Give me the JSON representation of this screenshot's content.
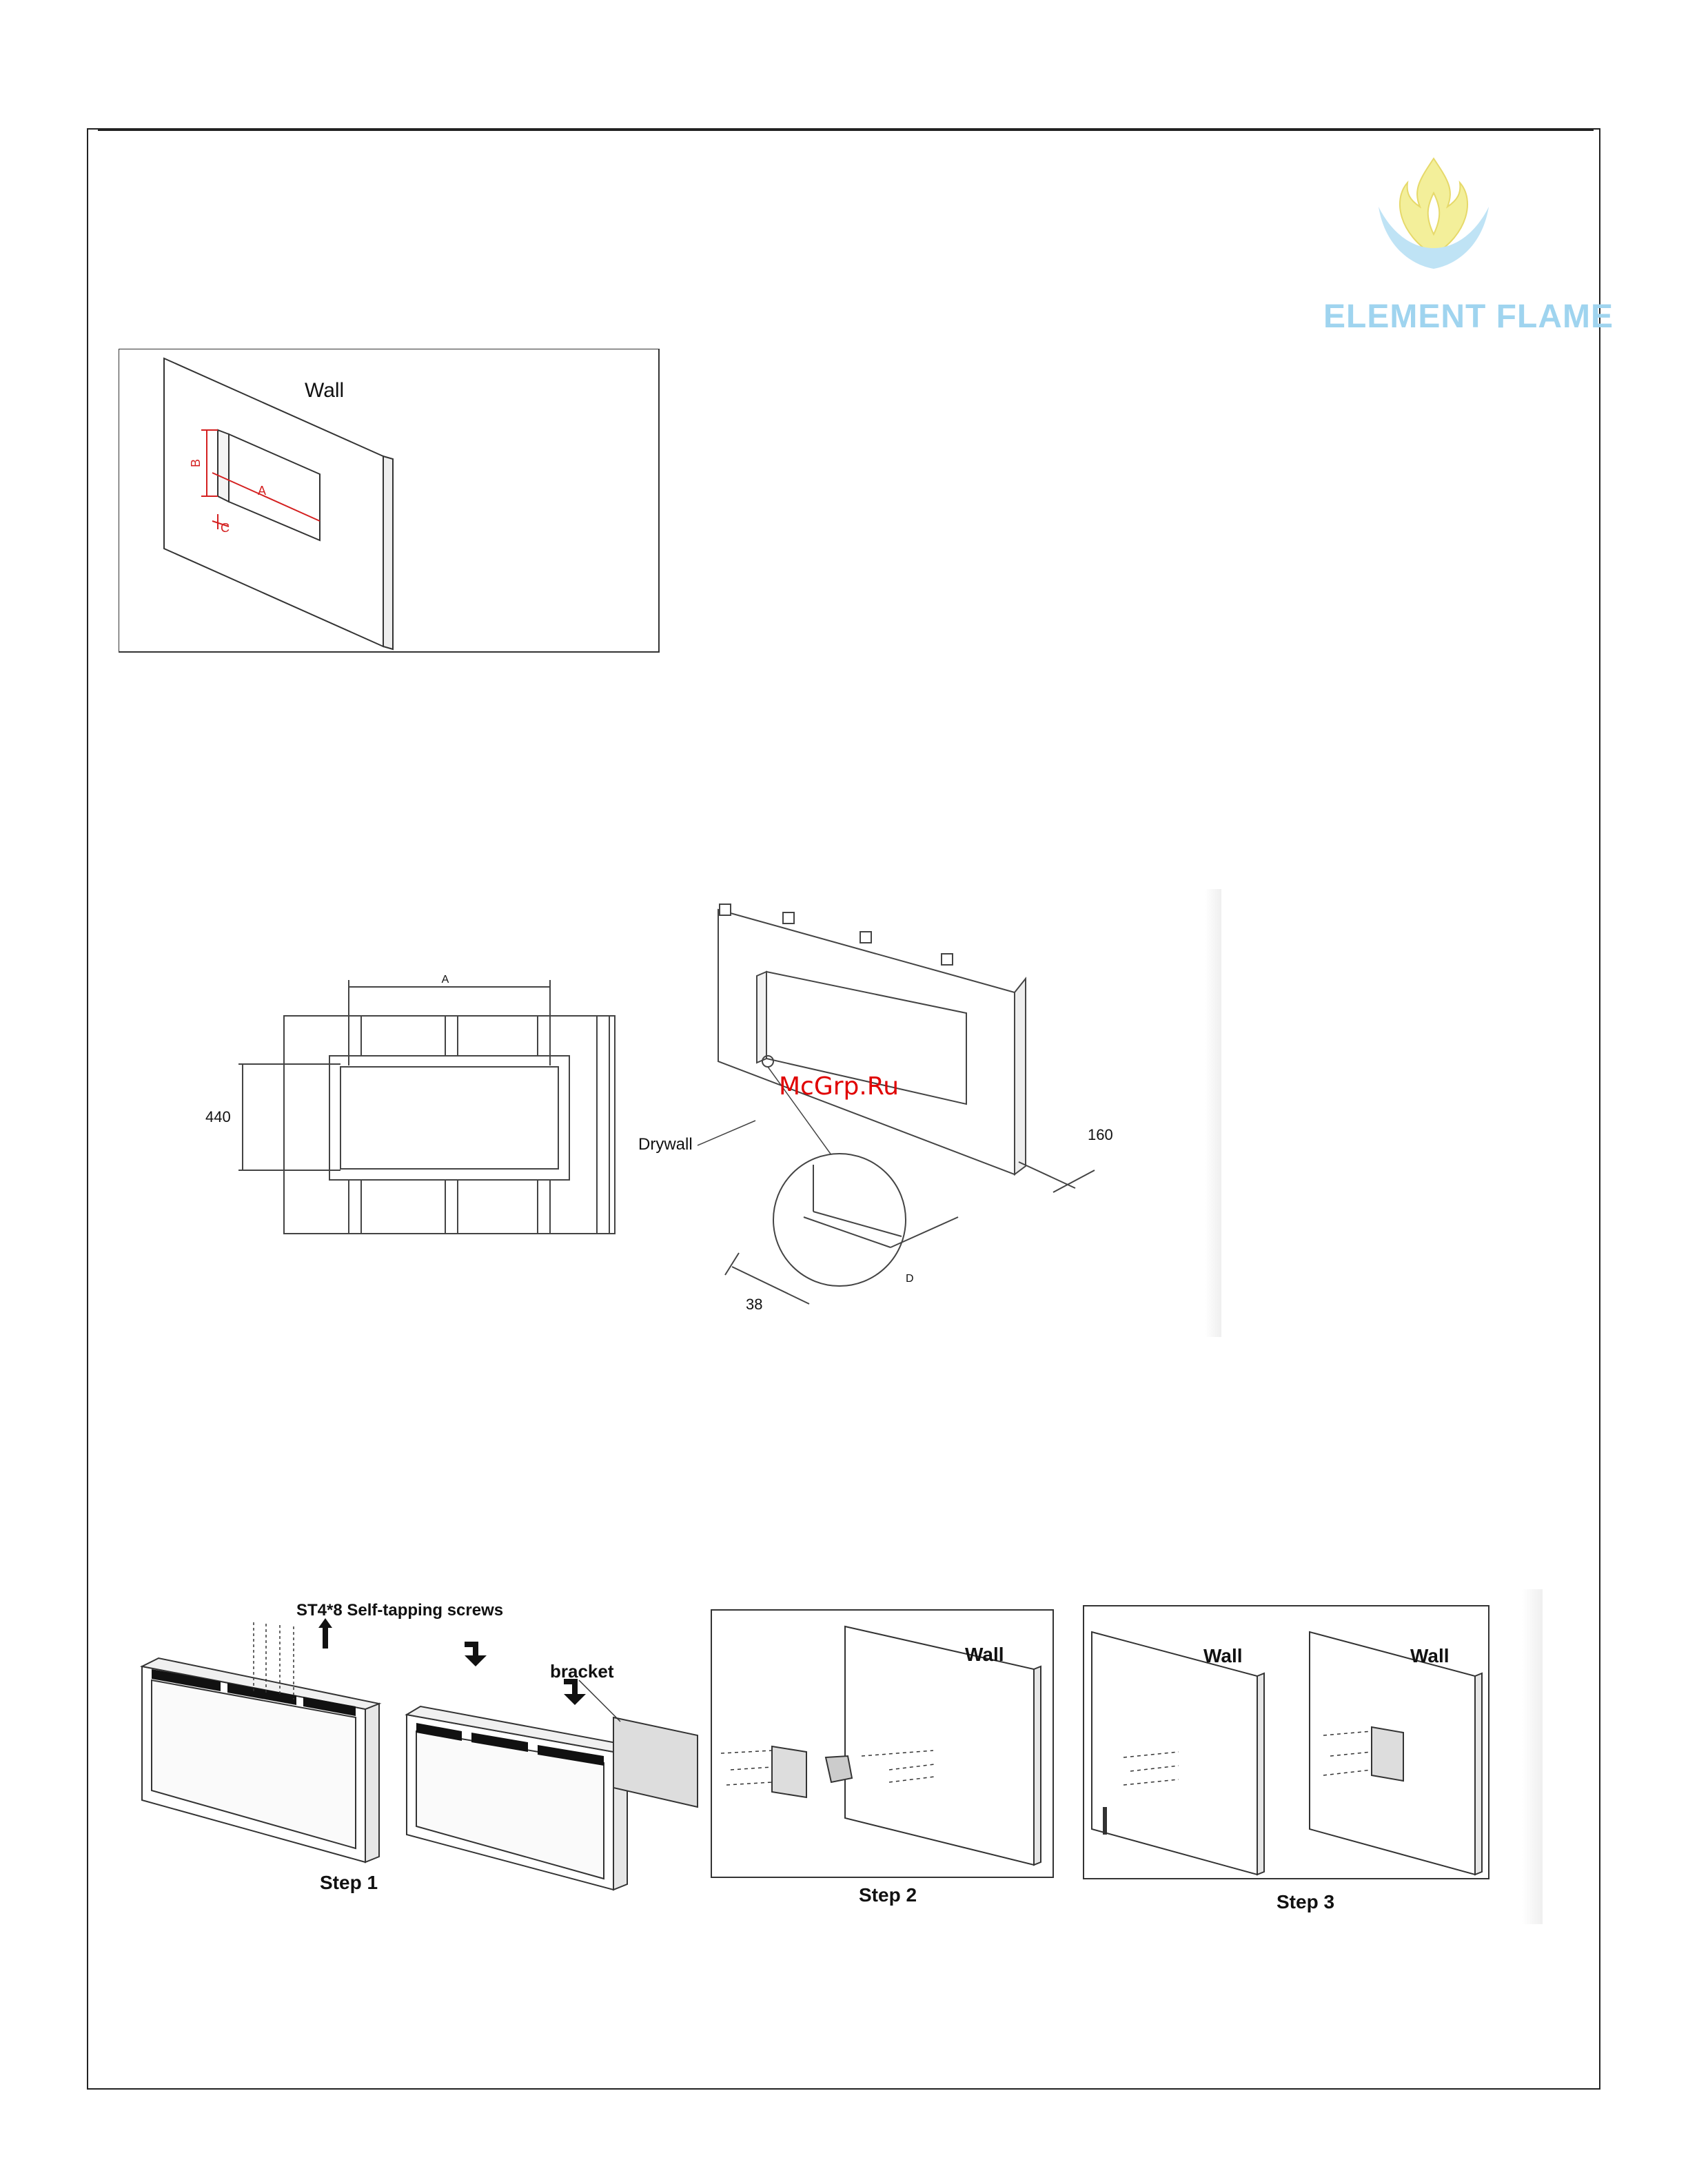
{
  "logo": {
    "name": "ELEMENT FLAME",
    "colors": {
      "flame_inner": "#f3ef9a",
      "flame_outer": "#bfe3f5",
      "text": "#9fd4ef"
    }
  },
  "figure1": {
    "wall_label": "Wall",
    "dim_a": "A",
    "dim_b": "B",
    "dim_c": "C",
    "dim_color": "#d42020"
  },
  "figure2": {
    "frame_dim_a": "A",
    "frame_dim_height": "440",
    "drywall_label": "Drywall",
    "depth_dim": "160",
    "stud_dim": "38",
    "dim_d": "D"
  },
  "watermark": "McGrp.Ru",
  "figure3": {
    "screws_label": "ST4*8 Self-tapping screws",
    "bracket_label": "bracket",
    "wall_label": "Wall",
    "steps": [
      "Step  1",
      "Step  2",
      "Step  3"
    ]
  }
}
